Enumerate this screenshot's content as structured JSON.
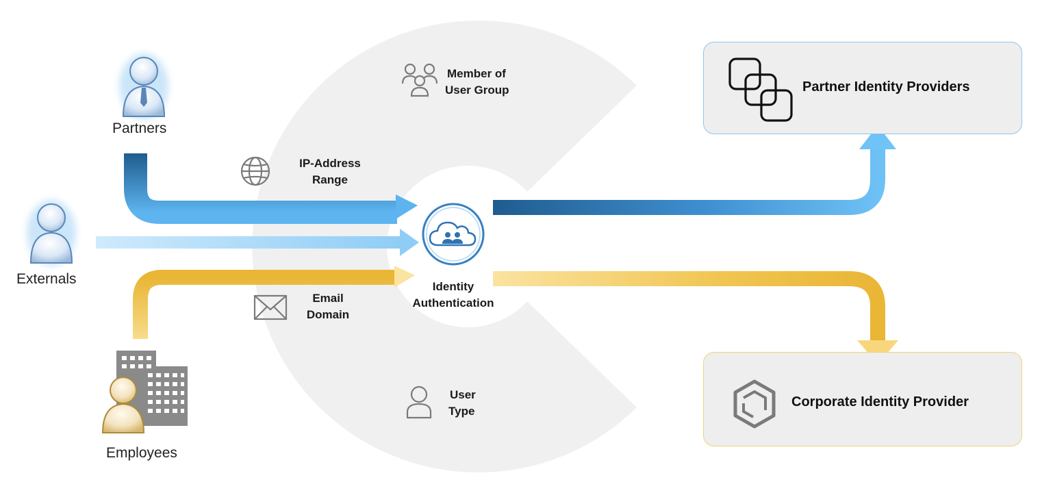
{
  "actors": {
    "partners": "Partners",
    "externals": "Externals",
    "employees": "Employees"
  },
  "criteria": {
    "member_of_user_group": [
      "Member of",
      "User Group"
    ],
    "ip_address_range": [
      "IP-Address",
      "Range"
    ],
    "email_domain": [
      "Email",
      "Domain"
    ],
    "user_type": [
      "User",
      "Type"
    ]
  },
  "hub": {
    "label": [
      "Identity",
      "Authentication"
    ],
    "icon": "cloud-users-icon"
  },
  "providers": {
    "partner": {
      "title": "Partner Identity Providers",
      "icon": "stacked-squares-icon"
    },
    "corporate": {
      "title": "Corporate Identity Provider",
      "icon": "hexagon-cube-icon"
    }
  },
  "colors": {
    "blue_light": "#bfe3fb",
    "blue": "#5db4ef",
    "blue_dark": "#1f5c8e",
    "gold": "#ecb93d",
    "gold_light": "#fae3a0",
    "background_shape": "#f0f0f0",
    "provider_box": "#eeeeee"
  }
}
